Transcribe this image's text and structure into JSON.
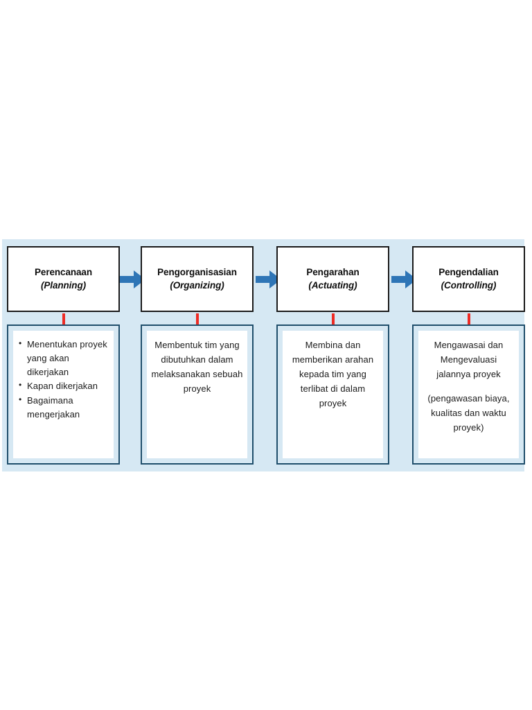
{
  "diagram": {
    "type": "process-flow",
    "background_color": "#d6e8f3",
    "stage_border_color": "#1a1a1a",
    "detail_border_color": "#1f4e6b",
    "connector_color": "#ee2b24",
    "arrow_color": "#2e75b6",
    "stages": [
      {
        "id": "planning",
        "title": "Perencanaan",
        "subtitle": "(Planning)",
        "detail_style": "bullets",
        "bullets": [
          "Menentukan proyek yang akan dikerjakan",
          "Kapan dikerjakan",
          "Bagaimana mengerjakan"
        ],
        "paragraphs": []
      },
      {
        "id": "organizing",
        "title": "Pengorganisasian",
        "subtitle": "(Organizing)",
        "detail_style": "paragraph",
        "bullets": [],
        "paragraphs": [
          "Membentuk tim yang dibutuhkan dalam melaksanakan sebuah proyek"
        ]
      },
      {
        "id": "actuating",
        "title": "Pengarahan",
        "subtitle": "(Actuating)",
        "detail_style": "paragraph",
        "bullets": [],
        "paragraphs": [
          "Membina dan memberikan arahan kepada tim yang terlibat di dalam proyek"
        ]
      },
      {
        "id": "controlling",
        "title": "Pengendalian",
        "subtitle": "(Controlling)",
        "detail_style": "paragraph",
        "bullets": [],
        "paragraphs": [
          "Mengawasai dan Mengevaluasi jalannya proyek",
          "(pengawasan biaya, kualitas dan waktu proyek)"
        ]
      }
    ],
    "arrows": [
      {
        "from": "planning",
        "to": "organizing",
        "icon": "right-arrow-icon"
      },
      {
        "from": "organizing",
        "to": "actuating",
        "icon": "right-arrow-icon"
      },
      {
        "from": "actuating",
        "to": "controlling",
        "icon": "right-arrow-icon"
      }
    ]
  }
}
